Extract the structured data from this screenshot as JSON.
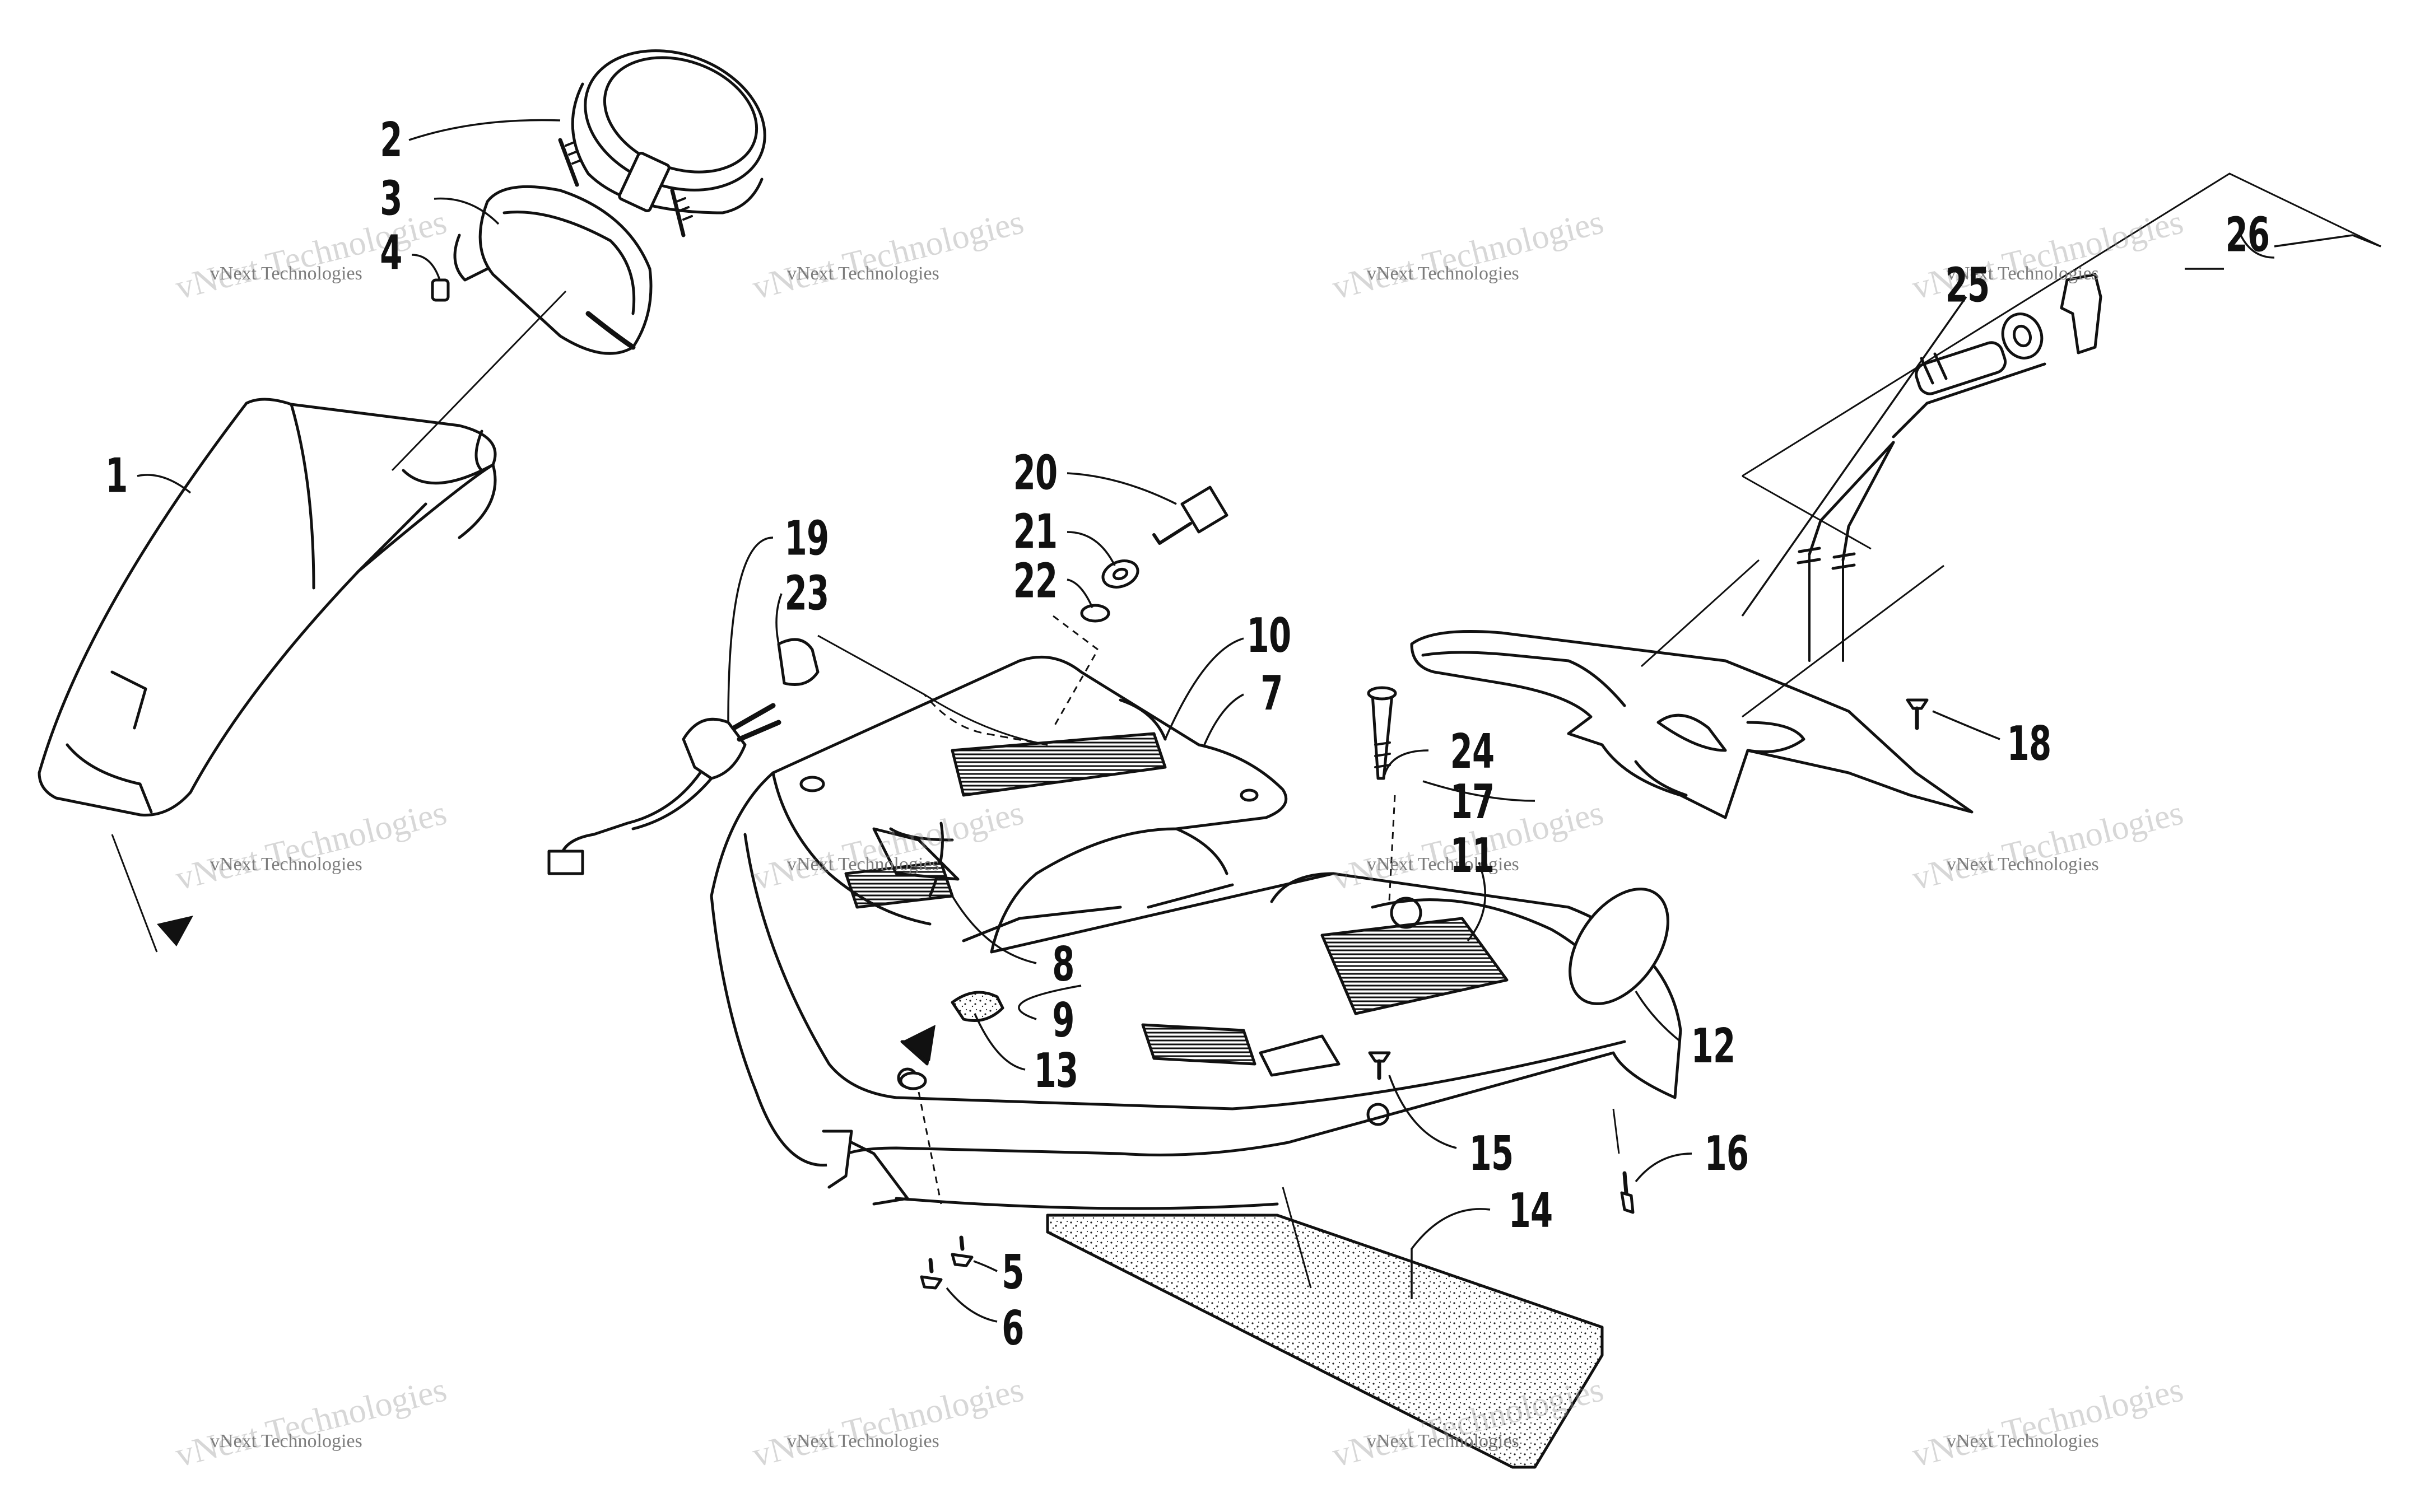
{
  "diagram": {
    "callouts": [
      {
        "id": "c1",
        "text": "1"
      },
      {
        "id": "c2",
        "text": "2"
      },
      {
        "id": "c3",
        "text": "3"
      },
      {
        "id": "c4",
        "text": "4"
      },
      {
        "id": "c5",
        "text": "5"
      },
      {
        "id": "c6",
        "text": "6"
      },
      {
        "id": "c7",
        "text": "7"
      },
      {
        "id": "c8",
        "text": "8"
      },
      {
        "id": "c9",
        "text": "9"
      },
      {
        "id": "c10",
        "text": "10"
      },
      {
        "id": "c11",
        "text": "11"
      },
      {
        "id": "c12",
        "text": "12"
      },
      {
        "id": "c13",
        "text": "13"
      },
      {
        "id": "c14",
        "text": "14"
      },
      {
        "id": "c15",
        "text": "15"
      },
      {
        "id": "c16",
        "text": "16"
      },
      {
        "id": "c17",
        "text": "17"
      },
      {
        "id": "c18",
        "text": "18"
      },
      {
        "id": "c19",
        "text": "19"
      },
      {
        "id": "c20",
        "text": "20"
      },
      {
        "id": "c21",
        "text": "21"
      },
      {
        "id": "c22",
        "text": "22"
      },
      {
        "id": "c23",
        "text": "23"
      },
      {
        "id": "c24",
        "text": "24"
      },
      {
        "id": "c25",
        "text": "25"
      },
      {
        "id": "c26",
        "text": "26"
      }
    ],
    "watermark": {
      "line1": "vNext Technologies",
      "line2": "vNext\nTechnologies"
    }
  },
  "colors": {
    "ink": "#111111",
    "paper": "#ffffff",
    "watermark": "#b0b0b0"
  }
}
